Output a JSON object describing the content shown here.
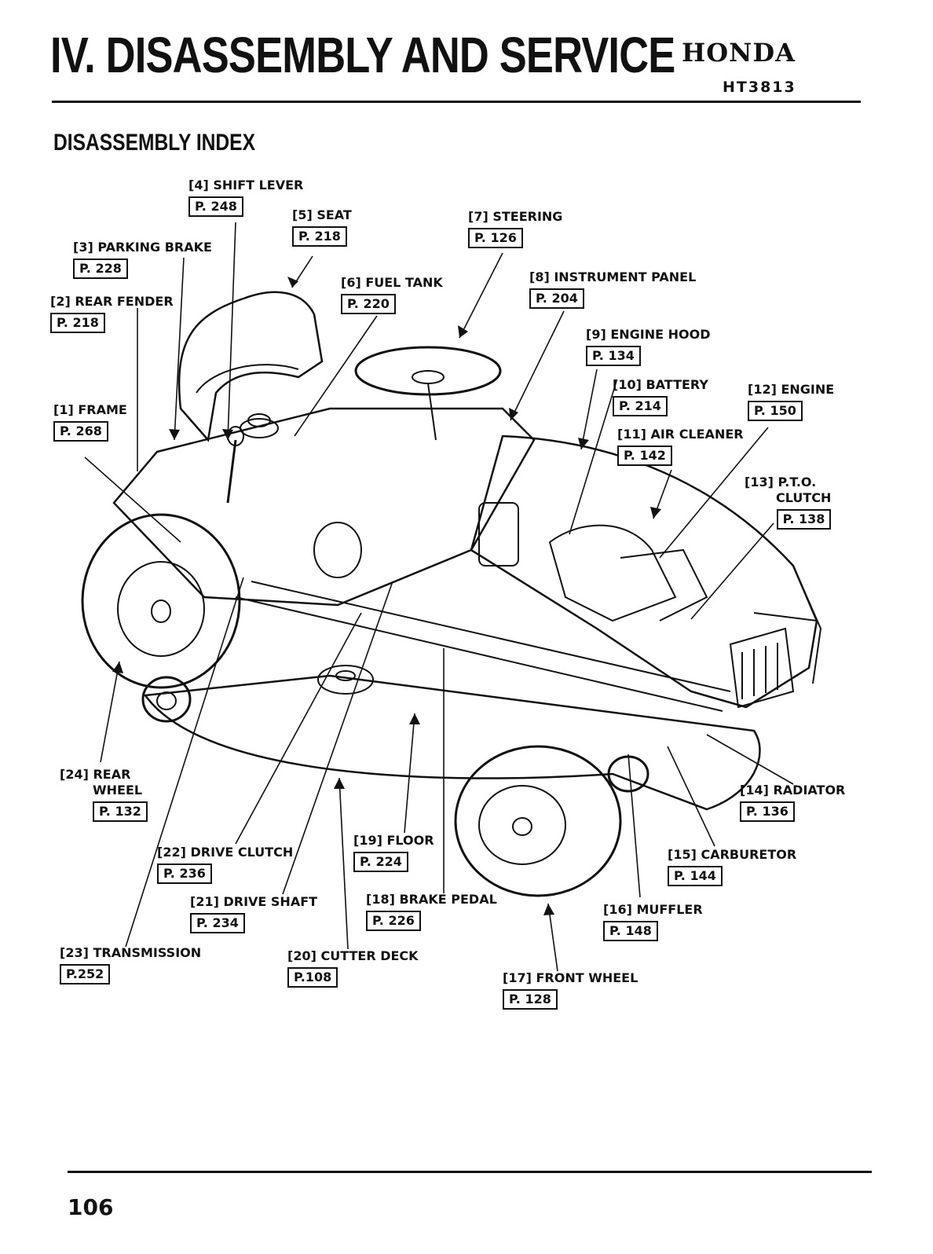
{
  "header": {
    "chapter_title": "IV. DISASSEMBLY AND SERVICE",
    "brand": "HONDA",
    "model": "HT3813"
  },
  "section_title": "DISASSEMBLY INDEX",
  "callouts": {
    "c1": {
      "label": "[1] FRAME",
      "ref": "P. 268"
    },
    "c2": {
      "label": "[2] REAR FENDER",
      "ref": "P. 218"
    },
    "c3": {
      "label": "[3] PARKING BRAKE",
      "ref": "P. 228"
    },
    "c4": {
      "label": "[4] SHIFT LEVER",
      "ref": "P. 248"
    },
    "c5": {
      "label": "[5] SEAT",
      "ref": "P. 218"
    },
    "c6": {
      "label": "[6] FUEL TANK",
      "ref": "P. 220"
    },
    "c7": {
      "label": "[7] STEERING",
      "ref": "P. 126"
    },
    "c8": {
      "label": "[8] INSTRUMENT PANEL",
      "ref": "P. 204"
    },
    "c9": {
      "label": "[9] ENGINE HOOD",
      "ref": "P. 134"
    },
    "c10": {
      "label": "[10] BATTERY",
      "ref": "P. 214"
    },
    "c11": {
      "label": "[11] AIR CLEANER",
      "ref": "P. 142"
    },
    "c12": {
      "label": "[12] ENGINE",
      "ref": "P. 150"
    },
    "c13": {
      "label_line1": "[13] P.T.O.",
      "label_line2": "CLUTCH",
      "ref": "P. 138"
    },
    "c14": {
      "label": "[14] RADIATOR",
      "ref": "P. 136"
    },
    "c15": {
      "label": "[15] CARBURETOR",
      "ref": "P. 144"
    },
    "c16": {
      "label": "[16] MUFFLER",
      "ref": "P. 148"
    },
    "c17": {
      "label": "[17] FRONT WHEEL",
      "ref": "P. 128"
    },
    "c18": {
      "label": "[18] BRAKE PEDAL",
      "ref": "P. 226"
    },
    "c19": {
      "label": "[19] FLOOR",
      "ref": "P. 224"
    },
    "c20": {
      "label": "[20] CUTTER DECK",
      "ref": "P.108"
    },
    "c21": {
      "label": "[21] DRIVE SHAFT",
      "ref": "P. 234"
    },
    "c22": {
      "label": "[22] DRIVE CLUTCH",
      "ref": "P. 236"
    },
    "c23": {
      "label": "[23] TRANSMISSION",
      "ref": "P.252"
    },
    "c24": {
      "label_line1": "[24] REAR",
      "label_line2": "WHEEL",
      "ref": "P. 132"
    }
  },
  "footer": {
    "page_number": "106"
  }
}
